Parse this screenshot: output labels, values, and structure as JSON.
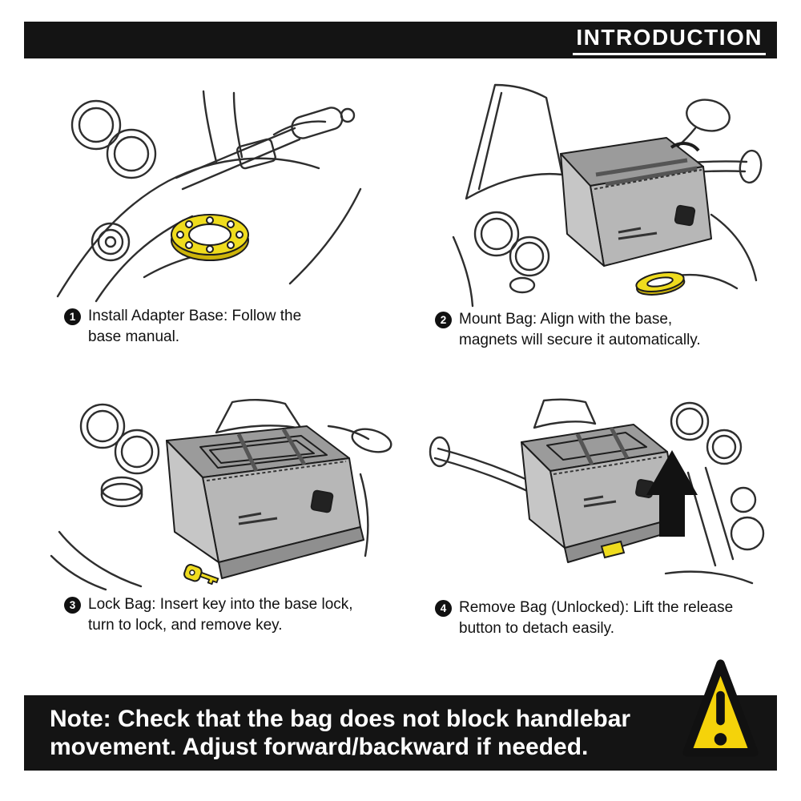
{
  "header": {
    "title": "INTRODUCTION"
  },
  "steps": [
    {
      "number": "1",
      "text": "Install Adapter Base: Follow the base manual."
    },
    {
      "number": "2",
      "text": "Mount Bag: Align with the base, magnets will secure it automatically."
    },
    {
      "number": "3",
      "text": "Lock Bag: Insert key into the base lock, turn to lock, and remove key."
    },
    {
      "number": "4",
      "text": "Remove Bag (Unlocked): Lift the release button to detach easily."
    }
  ],
  "note": {
    "text": "Note: Check that the bag does not block handlebar movement. Adjust forward/backward if needed."
  },
  "icons": {
    "warning": "warning-triangle-icon",
    "step_badge": "black-circle-white-digit",
    "arrow": "up-arrow-icon"
  },
  "colors": {
    "header_bar": "#141414",
    "note_bar": "#141414",
    "accent_yellow": "#EFDC1E",
    "warning_yellow": "#F5D30A",
    "line_art": "#2E2E2E",
    "bag_gray": "#B7B7B7"
  }
}
